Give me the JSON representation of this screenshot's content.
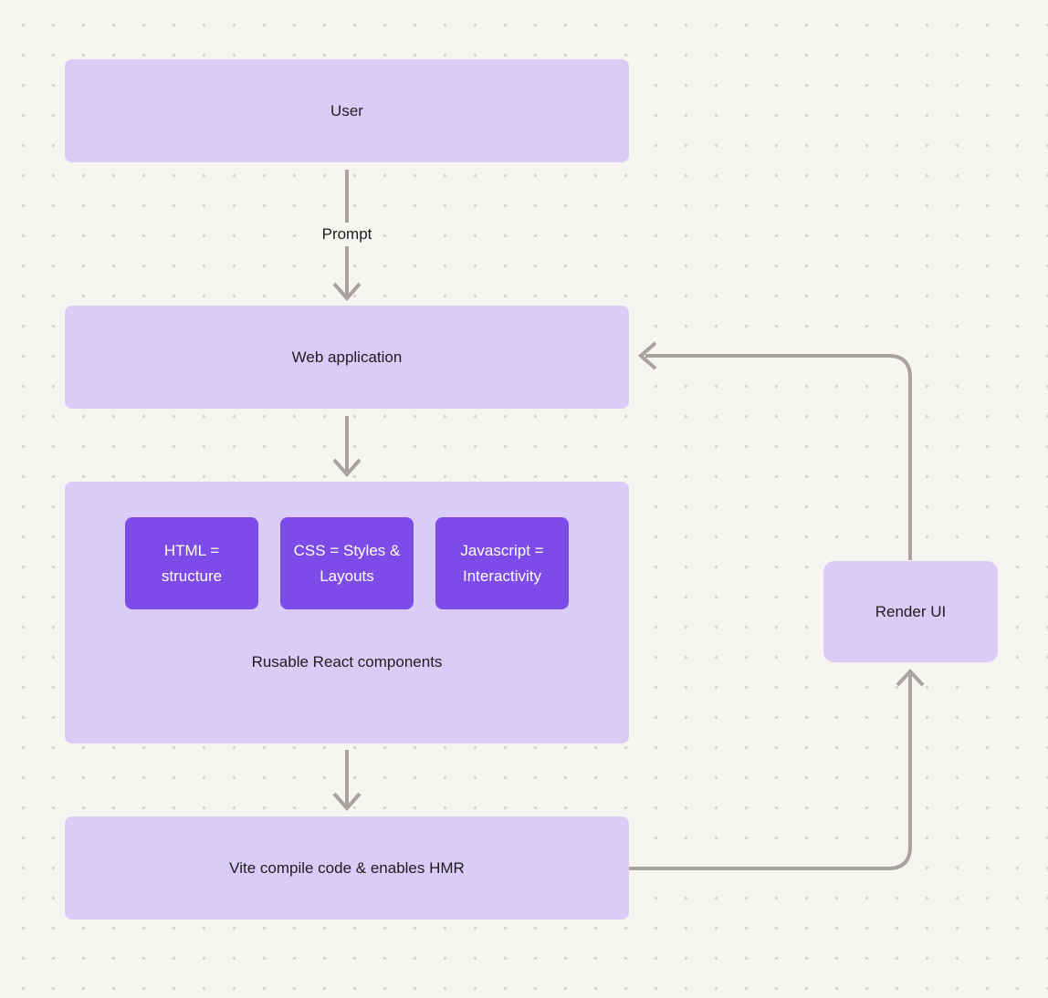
{
  "diagram": {
    "nodes": {
      "user": {
        "label": "User"
      },
      "web_application": {
        "label": "Web application"
      },
      "components_group": {
        "chips": [
          {
            "label": "HTML = structure"
          },
          {
            "label": "CSS = Styles & Layouts"
          },
          {
            "label": "Javascript = Interactivity"
          }
        ],
        "caption": "Rusable React components"
      },
      "vite": {
        "label": "Vite compile code & enables HMR"
      },
      "render_ui": {
        "label": "Render UI"
      }
    },
    "edges": {
      "prompt_label": "Prompt"
    },
    "colors": {
      "background": "#f7f5f2",
      "dot_grid": "#d8d5d0",
      "node_fill": "#d9ccf7",
      "chip_fill": "#7c4be8",
      "chip_text": "#ffffff",
      "arrow": "#a6a3a0",
      "text": "#1d1d1f"
    }
  }
}
